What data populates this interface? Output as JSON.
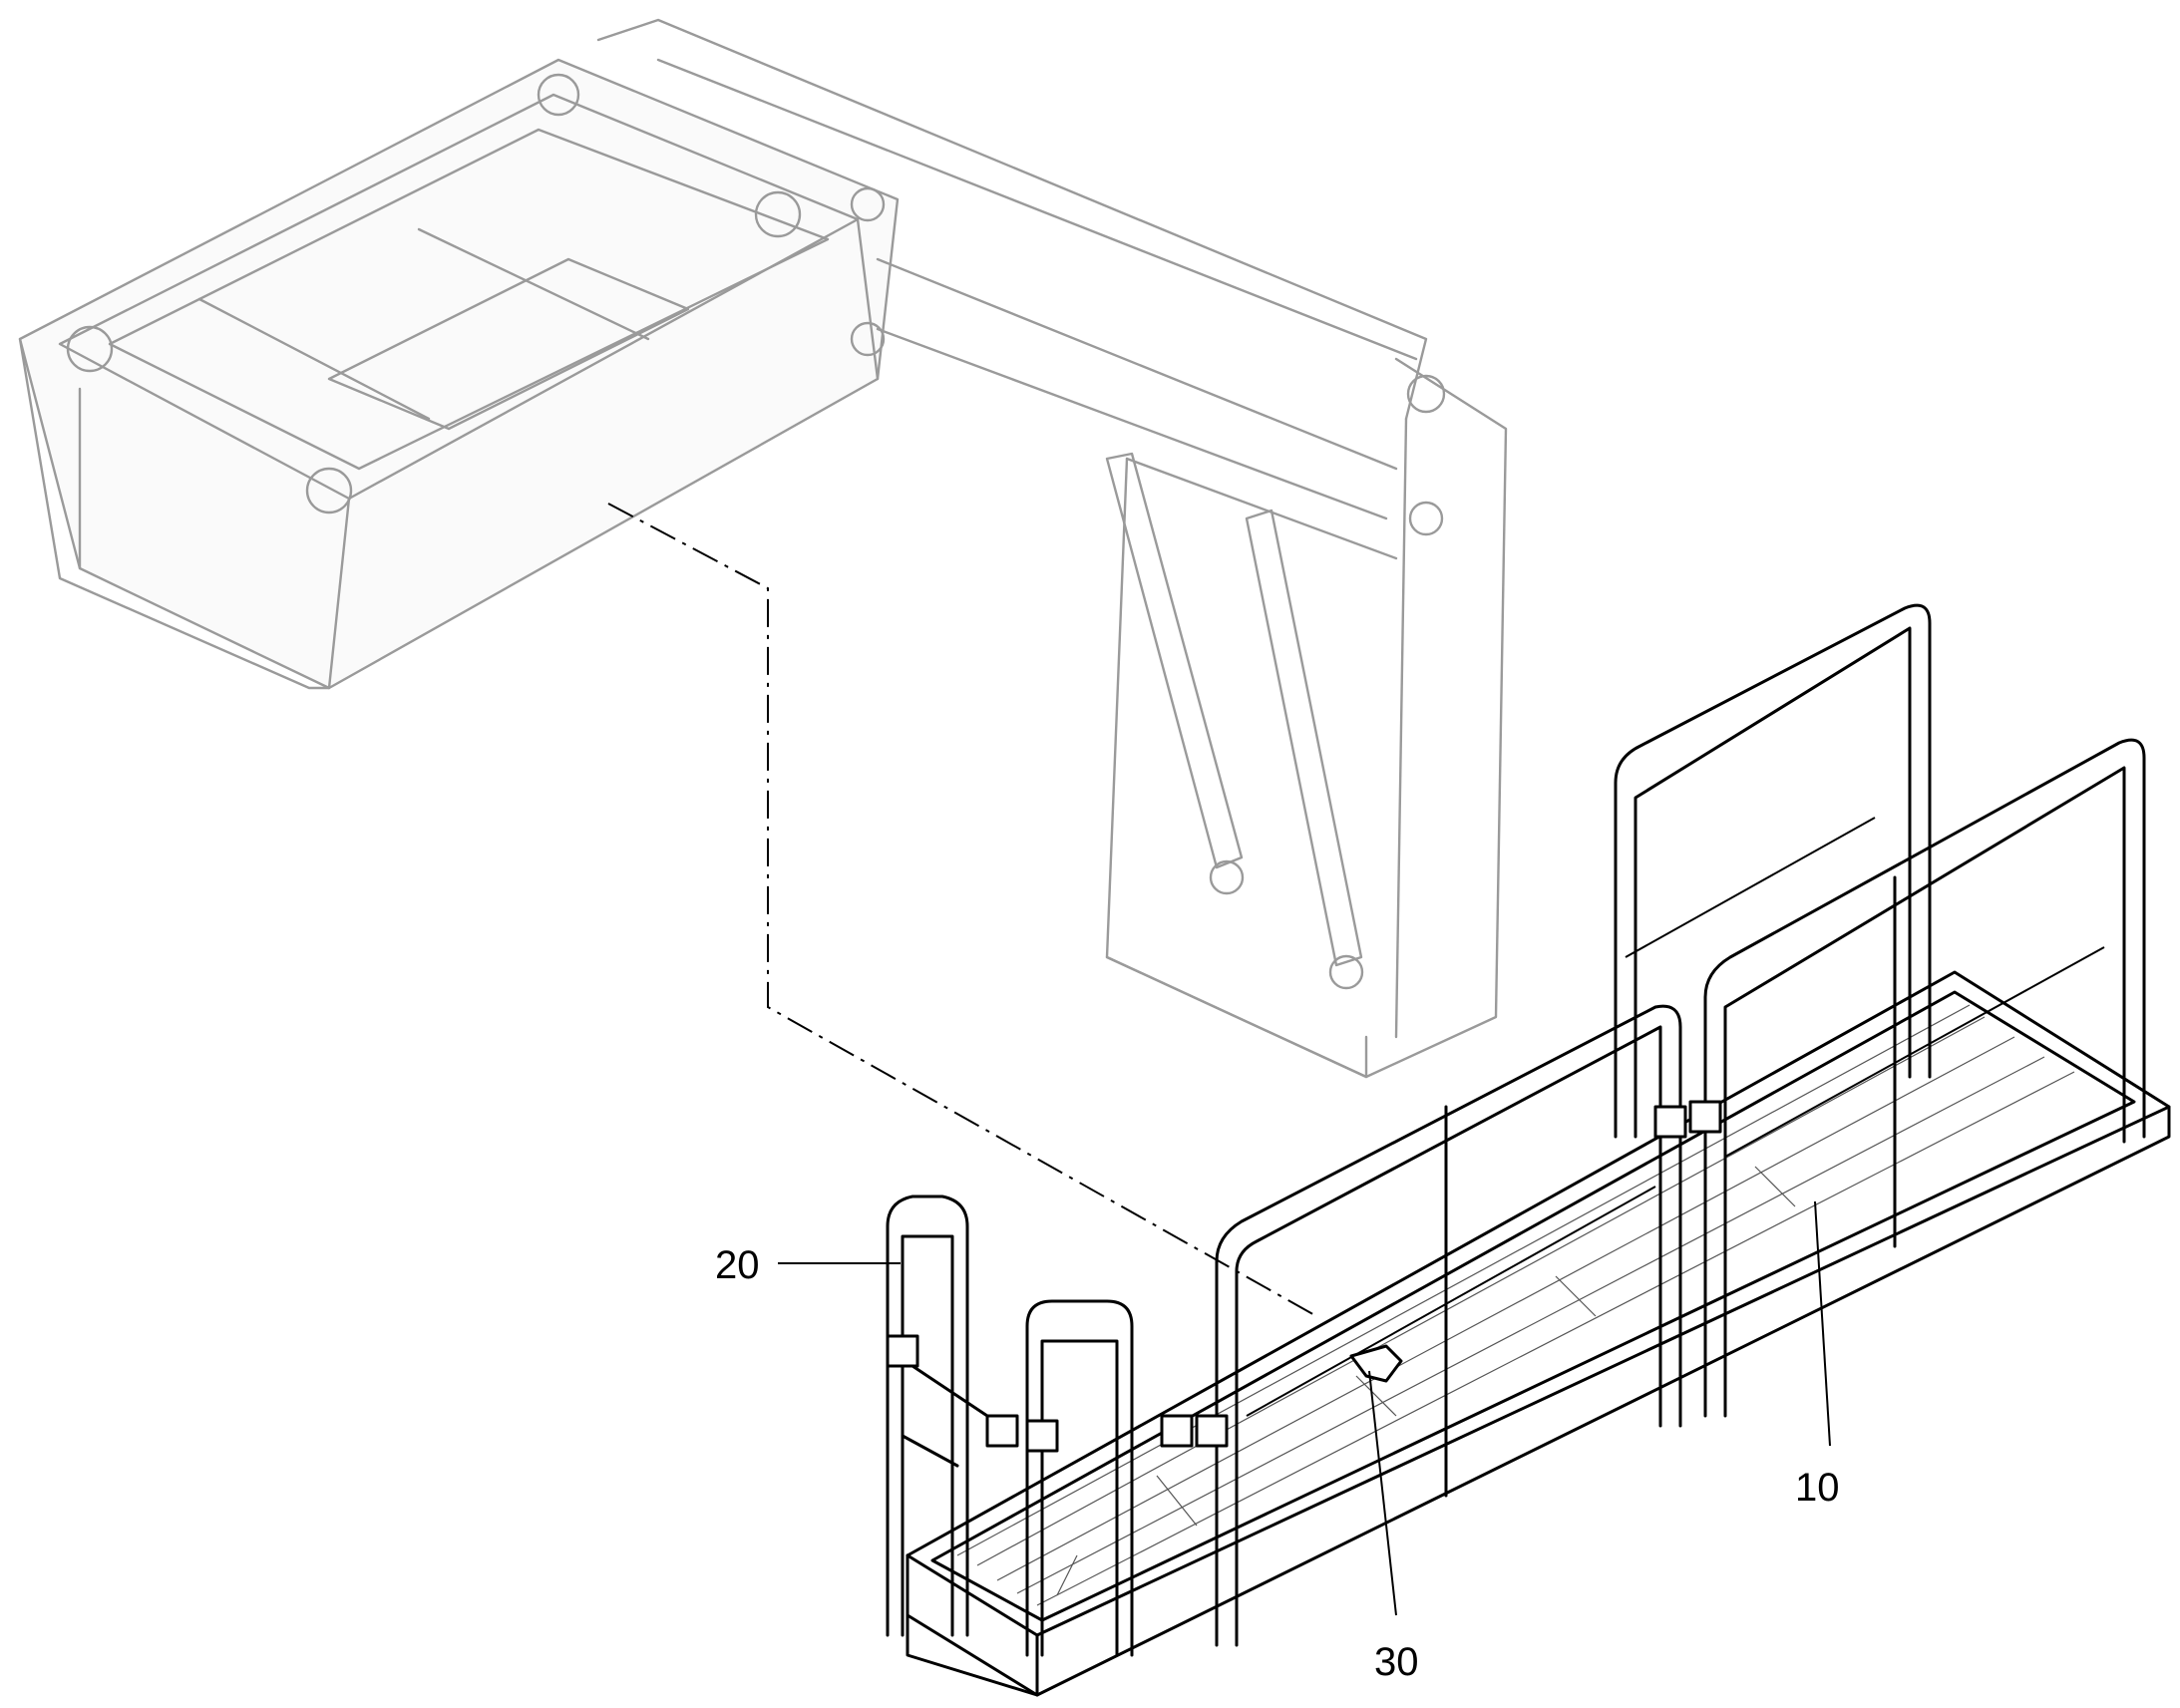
{
  "callouts": [
    {
      "id": "10",
      "label": "10"
    },
    {
      "id": "20",
      "label": "20"
    },
    {
      "id": "30",
      "label": "30"
    }
  ],
  "parts": {
    "frame": "superstructure-frame-phantom",
    "walkway": "platform-walkway-with-railings",
    "gate": "side-gate-railing",
    "bracket": "mounting-bracket"
  },
  "colors": {
    "line": "#000000",
    "phantom_line": "#9a9a9a",
    "background": "#ffffff"
  }
}
